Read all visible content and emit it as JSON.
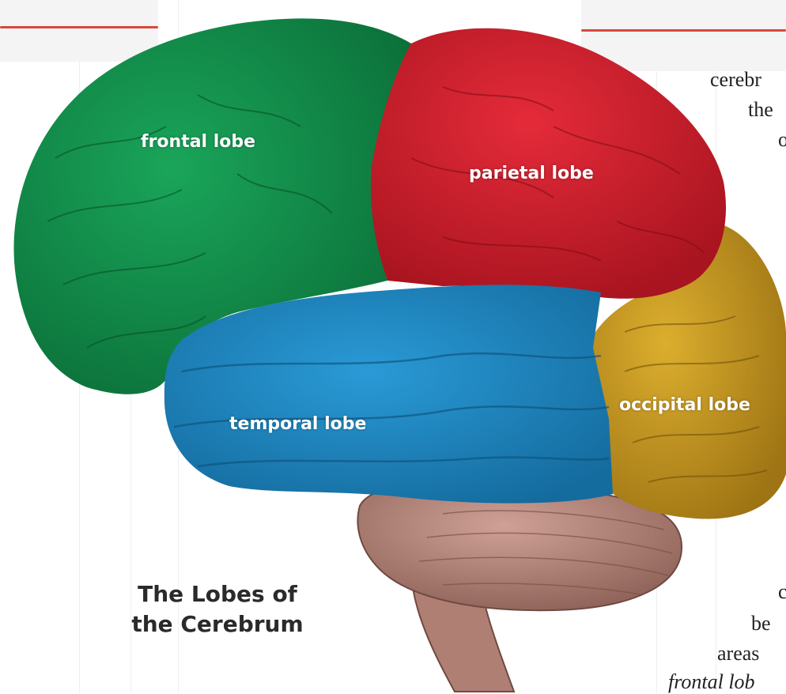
{
  "figure": {
    "lobes": {
      "frontal": "frontal lobe",
      "parietal": "parietal lobe",
      "temporal": "temporal lobe",
      "occipital": "occipital lobe"
    },
    "caption": [
      "The Lobes of",
      "the Cerebrum"
    ],
    "colors": {
      "frontal": "#12904a",
      "parietal": "#d42332",
      "temporal": "#1f8ac4",
      "occipital": "#c89a22",
      "cerebellum": "#b88a80",
      "accent_line": "#d8473f"
    }
  },
  "side_text": [
    "cerebr",
    "the",
    "o",
    "c",
    "be",
    "areas",
    "frontal lob"
  ]
}
